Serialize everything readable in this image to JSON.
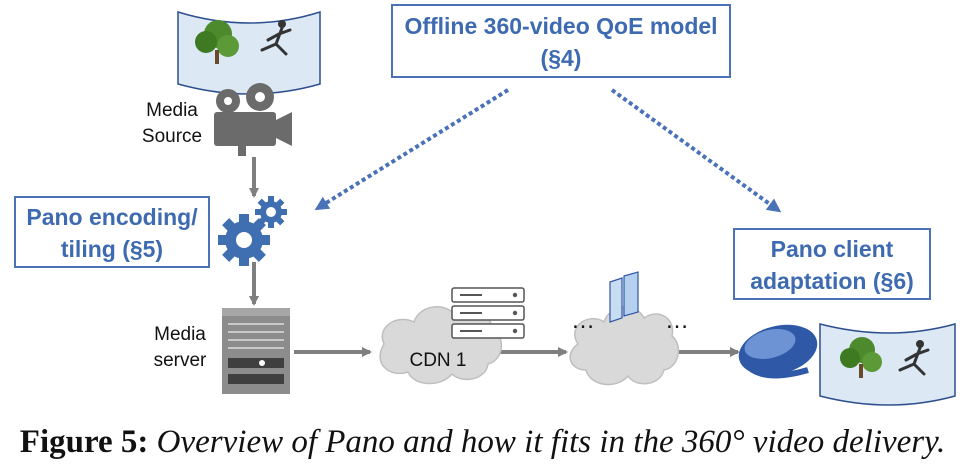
{
  "qoe_box": {
    "line1": "Offline 360-video QoE model",
    "line2": "(§4)"
  },
  "encoding_box": {
    "line1": "Pano encoding/",
    "line2": "tiling (§5)"
  },
  "client_box": {
    "line1": "Pano client",
    "line2": "adaptation (§6)"
  },
  "media_source": {
    "line1": "Media",
    "line2": "Source"
  },
  "media_server": {
    "line1": "Media",
    "line2": "server"
  },
  "cdn_label": "CDN 1",
  "ellipsis_left": "…",
  "ellipsis_right": "…",
  "caption": {
    "figure": "Figure 5:",
    "text": "Overview of Pano and how it fits in the 360° video delivery."
  },
  "colors": {
    "accent": "#4a72b8",
    "arrow": "#7f7f7f",
    "cloud": "#d9d9d9",
    "headset": "#2f58a6"
  }
}
